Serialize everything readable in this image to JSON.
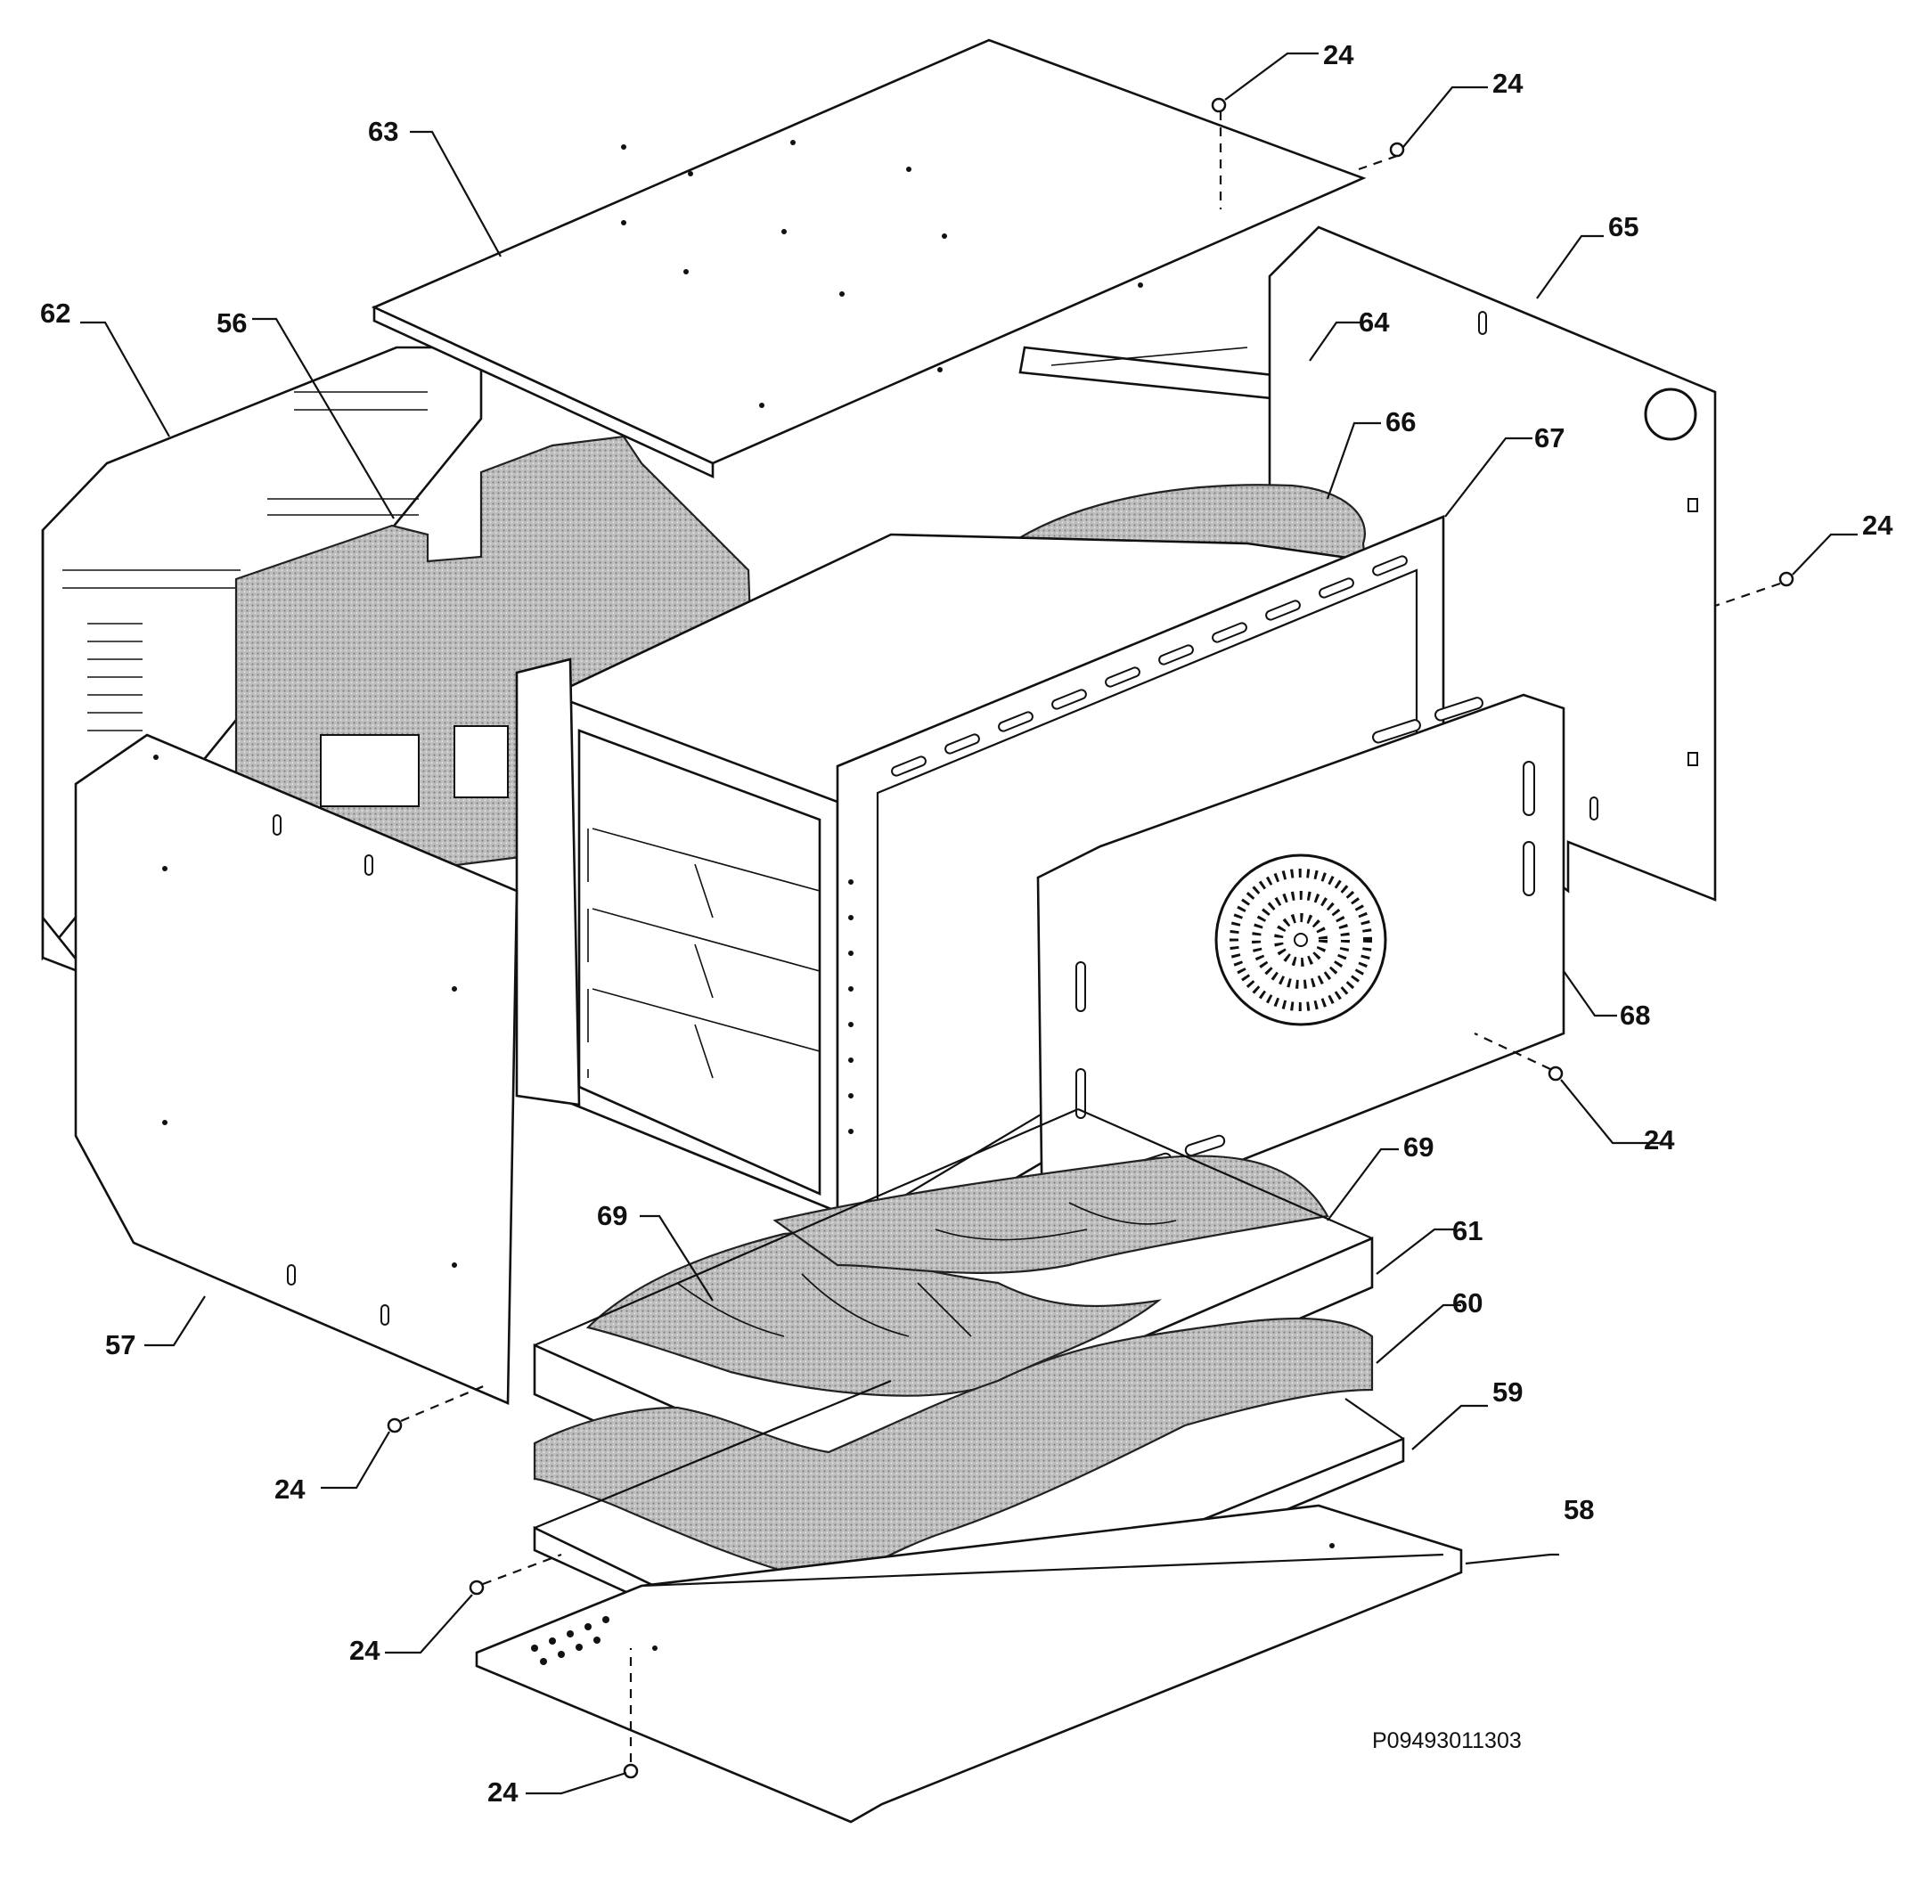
{
  "drawing_number": "P09493011303",
  "callouts": {
    "c24_top_a": "24",
    "c24_top_b": "24",
    "c24_right": "24",
    "c24_mid_right": "24",
    "c24_left_panel": "24",
    "c24_bottom_tray": "24",
    "c24_bottom": "24",
    "c56": "56",
    "c57": "57",
    "c58": "58",
    "c59": "59",
    "c60": "60",
    "c61": "61",
    "c62": "62",
    "c63": "63",
    "c64": "64",
    "c65": "65",
    "c66": "66",
    "c67": "67",
    "c68": "68",
    "c69_left": "69",
    "c69_right": "69"
  }
}
